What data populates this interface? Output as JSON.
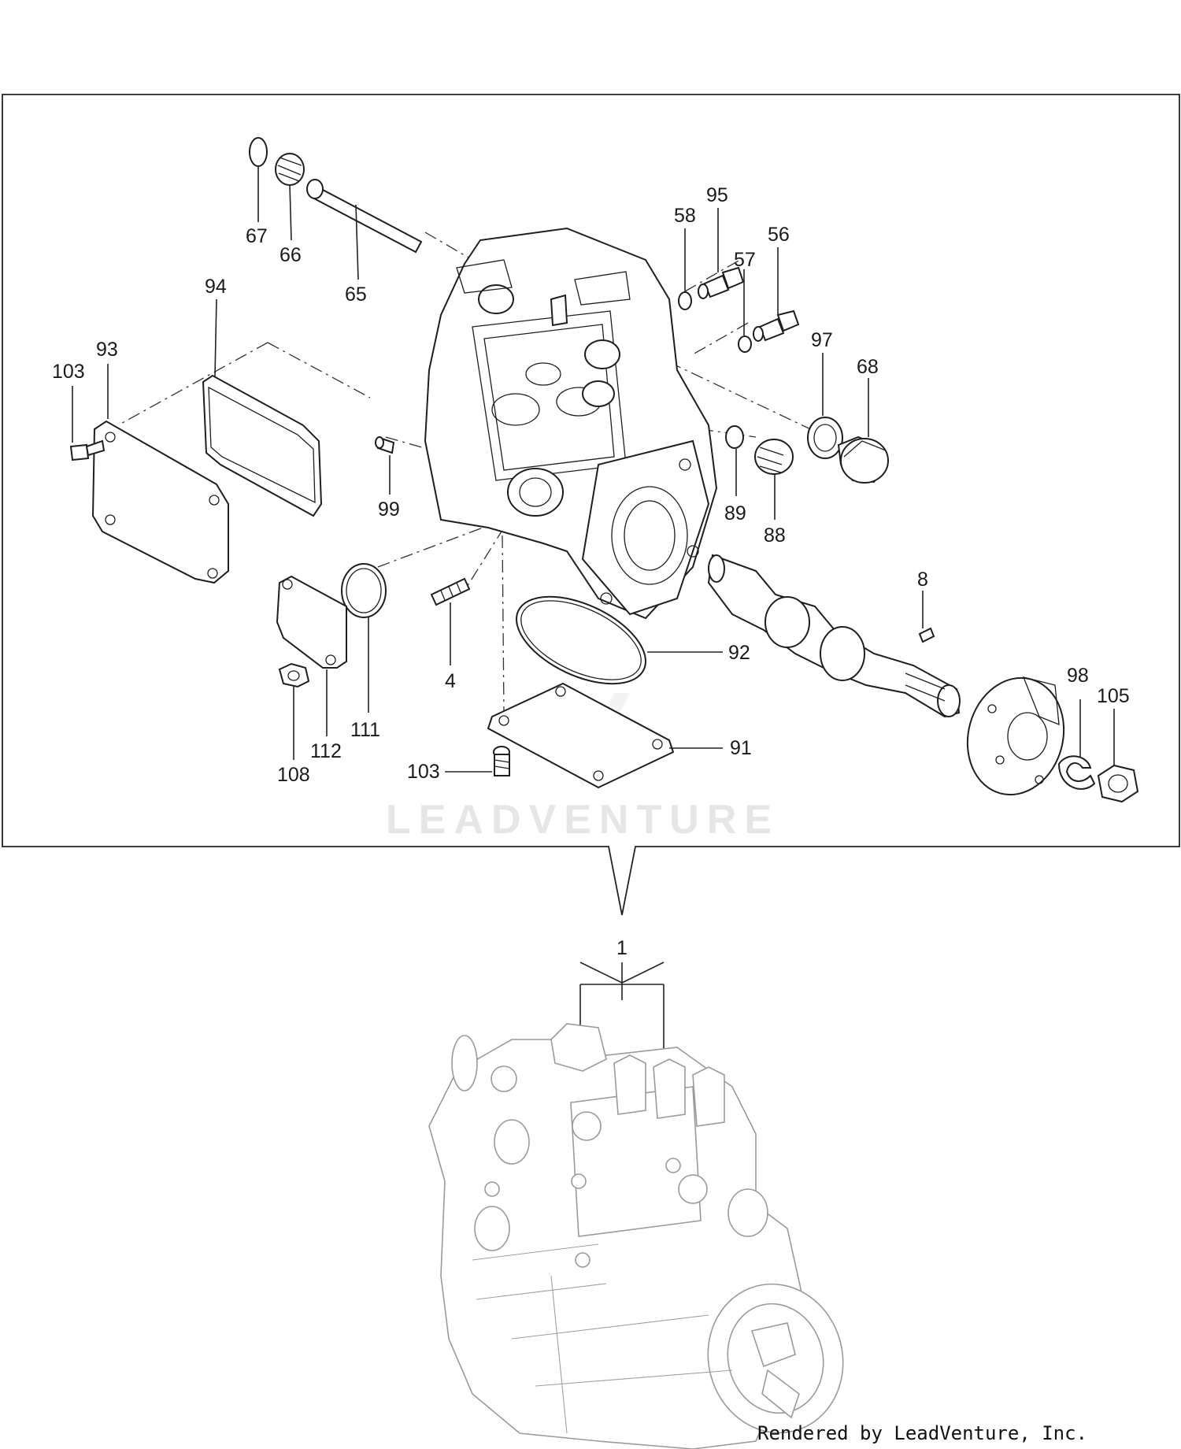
{
  "watermark": "LEADVENTURE",
  "credit": "Rendered by LeadVenture, Inc.",
  "callouts": [
    {
      "id": "67",
      "label": "67"
    },
    {
      "id": "66",
      "label": "66"
    },
    {
      "id": "65",
      "label": "65"
    },
    {
      "id": "94",
      "label": "94"
    },
    {
      "id": "93",
      "label": "93"
    },
    {
      "id": "103a",
      "label": "103"
    },
    {
      "id": "58",
      "label": "58"
    },
    {
      "id": "95",
      "label": "95"
    },
    {
      "id": "57",
      "label": "57"
    },
    {
      "id": "56",
      "label": "56"
    },
    {
      "id": "97",
      "label": "97"
    },
    {
      "id": "68",
      "label": "68"
    },
    {
      "id": "99",
      "label": "99"
    },
    {
      "id": "89",
      "label": "89"
    },
    {
      "id": "88",
      "label": "88"
    },
    {
      "id": "8",
      "label": "8"
    },
    {
      "id": "92",
      "label": "92"
    },
    {
      "id": "4",
      "label": "4"
    },
    {
      "id": "111",
      "label": "111"
    },
    {
      "id": "112",
      "label": "112"
    },
    {
      "id": "108",
      "label": "108"
    },
    {
      "id": "91",
      "label": "91"
    },
    {
      "id": "103b",
      "label": "103"
    },
    {
      "id": "98",
      "label": "98"
    },
    {
      "id": "105",
      "label": "105"
    },
    {
      "id": "1",
      "label": "1"
    }
  ]
}
